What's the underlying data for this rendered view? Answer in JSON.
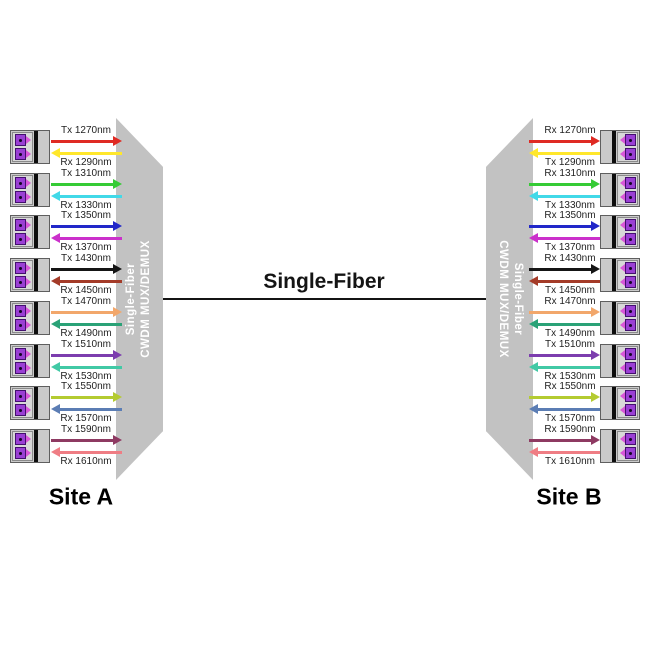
{
  "title": "Single-Fiber",
  "site_a": "Site A",
  "site_b": "Site B",
  "mux": {
    "line1": "Single-Fiber",
    "line2": "CWDM MUX/DEMUX"
  },
  "colors": {
    "trapezoid": "#c2c2c2",
    "fiber_line": "#141414",
    "transceiver_body": "#cacaca",
    "connector_square": "#9a3fd4",
    "connector_plug": "#d957d9"
  },
  "channels": [
    {
      "left_top": "Tx 1270nm",
      "left_bottom": "Rx 1290nm",
      "right_top": "Rx 1270nm",
      "right_bottom": "Tx 1290nm",
      "top_color": "#df2a23",
      "bottom_color": "#ffe72b"
    },
    {
      "left_top": "Tx 1310nm",
      "left_bottom": "Rx 1330nm",
      "right_top": "Rx 1310nm",
      "right_bottom": "Tx 1330nm",
      "top_color": "#35cb35",
      "bottom_color": "#41d9e8"
    },
    {
      "left_top": "Tx 1350nm",
      "left_bottom": "Rx 1370nm",
      "right_top": "Rx 1350nm",
      "right_bottom": "Tx 1370nm",
      "top_color": "#2127c9",
      "bottom_color": "#cb30cb"
    },
    {
      "left_top": "Tx 1430nm",
      "left_bottom": "Rx 1450nm",
      "right_top": "Rx 1430nm",
      "right_bottom": "Tx 1450nm",
      "top_color": "#151515",
      "bottom_color": "#a43b28"
    },
    {
      "left_top": "Tx 1470nm",
      "left_bottom": "Rx 1490nm",
      "right_top": "Rx 1470nm",
      "right_bottom": "Tx 1490nm",
      "top_color": "#f2a76b",
      "bottom_color": "#2aa277"
    },
    {
      "left_top": "Tx 1510nm",
      "left_bottom": "Rx 1530nm",
      "right_top": "Tx 1510nm",
      "right_bottom": "Rx 1530nm",
      "top_color": "#7c3dae",
      "bottom_color": "#41c9a5"
    },
    {
      "left_top": "Tx 1550nm",
      "left_bottom": "Rx 1570nm",
      "right_top": "Rx 1550nm",
      "right_bottom": "Tx 1570nm",
      "top_color": "#b4cb31",
      "bottom_color": "#5b7db4"
    },
    {
      "left_top": "Tx 1590nm",
      "left_bottom": "Rx 1610nm",
      "right_top": "Rx 1590nm",
      "right_bottom": "Tx 1610nm",
      "top_color": "#8e3a62",
      "bottom_color": "#ef7d84"
    }
  ]
}
